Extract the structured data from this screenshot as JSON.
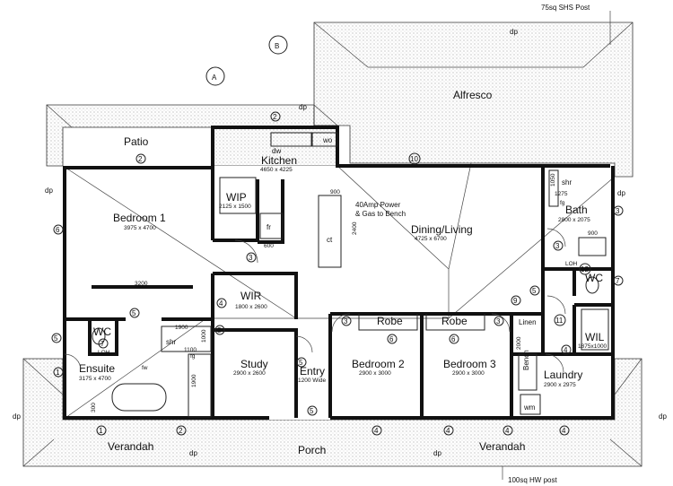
{
  "labels": {
    "top_post": "75sq SHS Post",
    "bottom_post": "100sq HW post",
    "alfresco": "Alfresco",
    "patio": "Patio",
    "kitchen": "Kitchen",
    "kitchen_dim": "4650 x 4225",
    "wip": "WIP",
    "wip_dim": "2125 x 1500",
    "bedroom1": "Bedroom 1",
    "bedroom1_dim": "3975 x 4700",
    "wir": "WIR",
    "wir_dim": "1800 x 2600",
    "dining": "Dining/Living",
    "dining_dim": "4725 x 6700",
    "power_note_1": "40Amp Power",
    "power_note_2": "& Gas to Bench",
    "bath": "Bath",
    "bath_dim": "2800 x 2075",
    "wc": "WC",
    "wil": "WIL",
    "wil_dim": "1875x1000",
    "linen": "Linen",
    "bench": "Bench",
    "laundry": "Laundry",
    "laundry_dim": "2900 x 2975",
    "study": "Study",
    "study_dim": "2900 x 2600",
    "entry": "Entry",
    "entry_dim": "1200 Wide",
    "bedroom2": "Bedroom 2",
    "bedroom2_dim": "2900 x 3000",
    "bedroom3": "Bedroom 3",
    "bedroom3_dim": "2900 x 3000",
    "robe1": "Robe",
    "robe2": "Robe",
    "ensuite": "Ensuite",
    "ensuite_dim": "3175 x 4700",
    "porch": "Porch",
    "verandah_left": "Verandah",
    "verandah_right": "Verandah",
    "shr_ensuite": "shr",
    "shr_bath": "shr",
    "loh1": "LOH",
    "loh2": "LOH",
    "dw": "dw",
    "wo": "wo",
    "fr": "fr",
    "ct": "ct",
    "wm": "wm",
    "fw": "fw",
    "fg1": "fg",
    "fg2": "fg",
    "dp": "dp",
    "grid_a": "A",
    "grid_b": "B"
  },
  "dimensions": {
    "d_3200": "3200",
    "d_1900a": "1900",
    "d_1100": "1100",
    "d_1000": "1000",
    "d_1900b": "1900",
    "d_300": "300",
    "d_900": "900",
    "d_2400": "2400",
    "d_600": "600",
    "d_1275": "1275",
    "d_1050": "1050",
    "d_900b": "900",
    "d_2000": "2000"
  },
  "markers": {
    "n2a": "2",
    "n2b": "2",
    "n10": "10",
    "n6": "6",
    "n3a": "3",
    "n5a": "5",
    "n5b": "5",
    "n7a": "7",
    "n7b": "7",
    "n1": "1",
    "n4a": "4",
    "n3b": "3",
    "n3c": "3",
    "n3d": "3",
    "n3e": "3",
    "n6b": "6",
    "n6c": "6",
    "n5c": "5",
    "n5d": "5",
    "n9": "9",
    "n11": "11",
    "n12": "12",
    "n4b": "4",
    "n3f": "3",
    "n5e": "5",
    "n1b": "1",
    "n2c": "2",
    "n4c": "4",
    "n4d": "4",
    "n4e": "4",
    "n4f": "4"
  },
  "colors": {
    "line": "#111111",
    "roof_dot": "#555555",
    "background": "#ffffff"
  }
}
